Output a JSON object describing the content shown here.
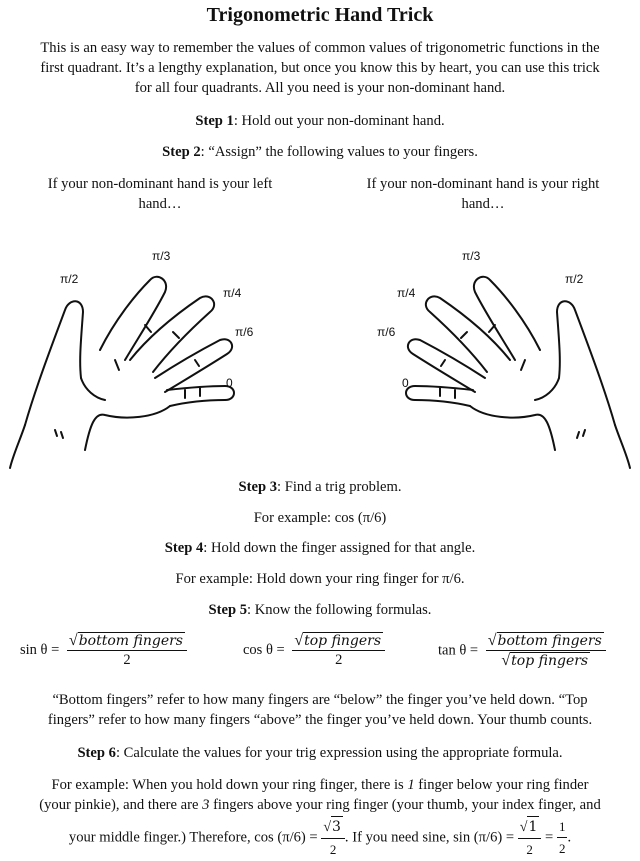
{
  "title": "Trigonometric Hand Trick",
  "intro": [
    "This is an easy way to remember the values of common values of trigonometric functions in the",
    "first quadrant. It’s a lengthy explanation, but once you know this by heart, you can use this trick",
    "for all four quadrants. All you need is your non-dominant hand."
  ],
  "step1": {
    "label": "Step 1",
    "text": ": Hold out your non-dominant hand."
  },
  "step2": {
    "label": "Step 2",
    "text": ": “Assign” the following values to your fingers."
  },
  "left_heading": [
    "If your non-dominant hand is your left",
    "hand…"
  ],
  "right_heading": [
    "If your non-dominant hand is your right",
    "hand…"
  ],
  "finger_labels": {
    "pi2": "π/2",
    "pi3": "π/3",
    "pi4": "π/4",
    "pi6": "π/6",
    "zero": "0"
  },
  "step3": {
    "label": "Step 3",
    "text": ": Find a trig problem."
  },
  "example1": "For example: cos (π/6)",
  "step4": {
    "label": "Step 4",
    "text": ": Hold down the finger assigned for that angle."
  },
  "example2": "For example: Hold down your ring finger for π/6.",
  "step5": {
    "label": "Step 5",
    "text": ": Know the following formulas."
  },
  "formulas": {
    "sin_lhs": "sin θ =",
    "cos_lhs": "cos θ =",
    "tan_lhs": "tan θ =",
    "bottom": "bottom fingers",
    "top": "top fingers",
    "two": "2"
  },
  "explanation": [
    "“Bottom fingers” refer to how many fingers are “below” the finger you’ve held down. “Top",
    "fingers” refer to how many fingers “above” the finger you’ve held down. Your thumb counts."
  ],
  "step6": {
    "label": "Step 6",
    "text": ": Calculate the values for your trig expression using the appropriate formula."
  },
  "final": {
    "line1": "For example: When you hold down your ring finger, there is ",
    "one": "1",
    "line1b": " finger below your ring finder",
    "line2a": "(your pinkie), and there are ",
    "three": "3",
    "line2b": " fingers above your ring finger (your thumb, your index finger, and",
    "line3a": "your middle finger.) Therefore, cos (π/6) =",
    "sqrt3": "3",
    "two": "2",
    "line3b": ". If you need sine, sin (π/6) =",
    "sqrt1": "1"
  }
}
